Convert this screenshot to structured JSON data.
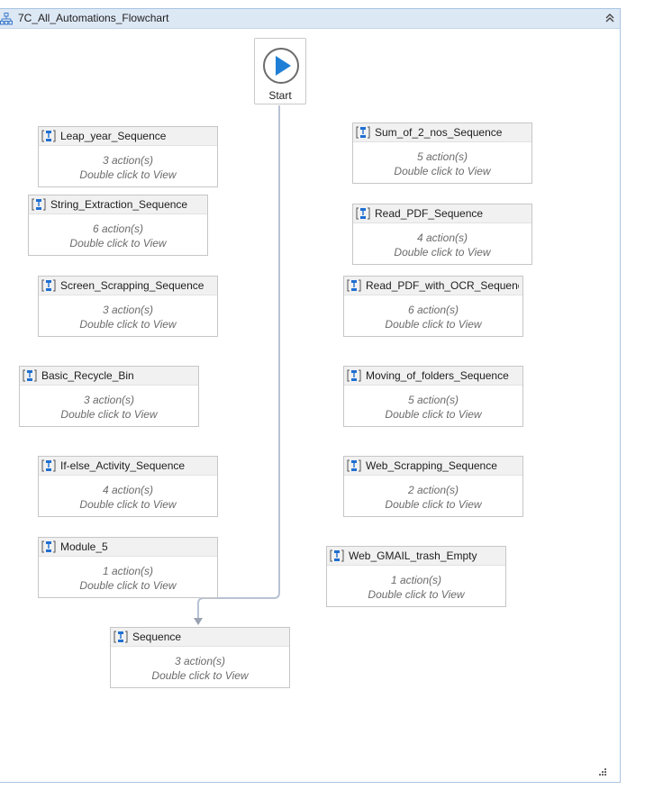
{
  "panel": {
    "title": "7C_All_Automations_Flowchart",
    "header_icon": "flowchart-icon",
    "collapse_icon": "double-chevron-up-icon",
    "resize_icon": "resize-grip-icon"
  },
  "start": {
    "label": "Start",
    "icon": "play-icon"
  },
  "nodes": [
    {
      "title": "Leap_year_Sequence",
      "actions": "3 action(s)",
      "hint": "Double click to View"
    },
    {
      "title": "Sum_of_2_nos_Sequence",
      "actions": "5 action(s)",
      "hint": "Double click to View"
    },
    {
      "title": "String_Extraction_Sequence",
      "actions": "6 action(s)",
      "hint": "Double click to View"
    },
    {
      "title": "Read_PDF_Sequence",
      "actions": "4 action(s)",
      "hint": "Double click to View"
    },
    {
      "title": "Screen_Scrapping_Sequence",
      "actions": "3 action(s)",
      "hint": "Double click to View"
    },
    {
      "title": "Read_PDF_with_OCR_Sequence",
      "actions": "6 action(s)",
      "hint": "Double click to View"
    },
    {
      "title": "Basic_Recycle_Bin",
      "actions": "3 action(s)",
      "hint": "Double click to View"
    },
    {
      "title": "Moving_of_folders_Sequence",
      "actions": "5 action(s)",
      "hint": "Double click to View"
    },
    {
      "title": "If-else_Activity_Sequence",
      "actions": "4 action(s)",
      "hint": "Double click to View"
    },
    {
      "title": "Web_Scrapping_Sequence",
      "actions": "2 action(s)",
      "hint": "Double click to View"
    },
    {
      "title": "Module_5",
      "actions": "1 action(s)",
      "hint": "Double click to View"
    },
    {
      "title": "Web_GMAIL_trash_Empty",
      "actions": "1 action(s)",
      "hint": "Double click to View"
    },
    {
      "title": "Sequence",
      "actions": "3 action(s)",
      "hint": "Double click to View"
    }
  ],
  "node_icon": "sequence-icon",
  "colors": {
    "header_bg": "#dde8f5",
    "border": "#a9c4e2",
    "start_blue": "#1f7fd6",
    "connector": "#b8c2d3"
  }
}
